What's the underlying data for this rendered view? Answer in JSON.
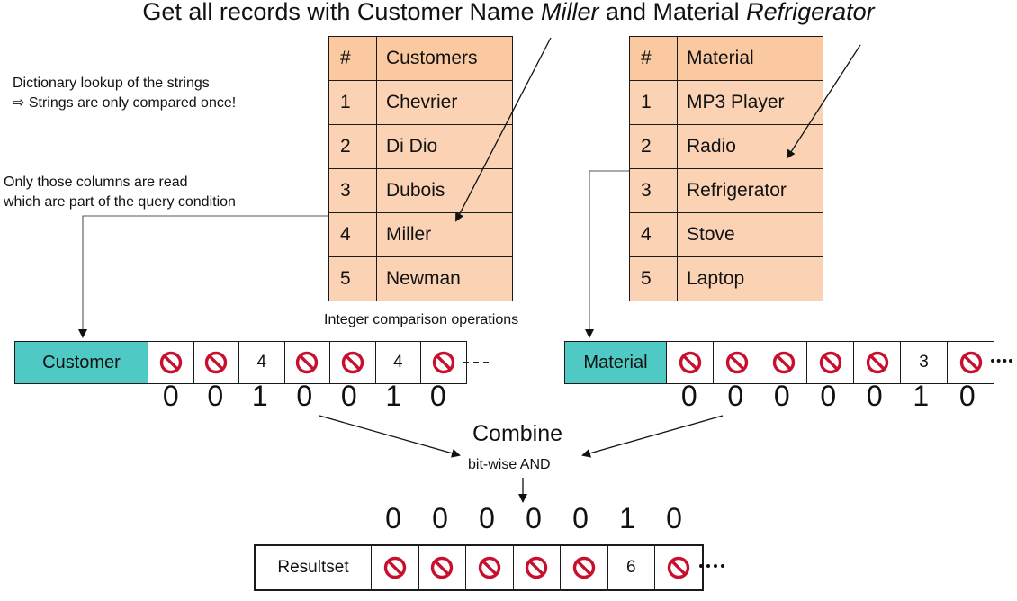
{
  "title": {
    "prefix": "Get all records with Customer Name ",
    "name_value": "Miller",
    "middle": " and Material ",
    "material_value": "Refrigerator"
  },
  "notes": {
    "dictionary_line1": "Dictionary lookup of the strings",
    "dictionary_line2": "⇨ Strings are only compared once!",
    "columns_line1": "Only those columns are read",
    "columns_line2": "which are part of the query condition",
    "integer_ops": "Integer comparison operations",
    "combine": "Combine",
    "bitwise": "bit-wise AND"
  },
  "customers_table": {
    "header_num": "#",
    "header_name": "Customers",
    "rows": [
      {
        "num": "1",
        "name": "Chevrier"
      },
      {
        "num": "2",
        "name": "Di Dio"
      },
      {
        "num": "3",
        "name": "Dubois"
      },
      {
        "num": "4",
        "name": "Miller"
      },
      {
        "num": "5",
        "name": "Newman"
      }
    ]
  },
  "material_table": {
    "header_num": "#",
    "header_name": "Material",
    "rows": [
      {
        "num": "1",
        "name": "MP3 Player"
      },
      {
        "num": "2",
        "name": "Radio"
      },
      {
        "num": "3",
        "name": "Refrigerator"
      },
      {
        "num": "4",
        "name": "Stove"
      },
      {
        "num": "5",
        "name": "Laptop"
      }
    ]
  },
  "customer_column": {
    "label": "Customer",
    "cells": [
      "no",
      "no",
      "4",
      "no",
      "no",
      "4",
      "no"
    ],
    "bits": [
      "0",
      "0",
      "1",
      "0",
      "0",
      "1",
      "0"
    ]
  },
  "material_column": {
    "label": "Material",
    "cells": [
      "no",
      "no",
      "no",
      "no",
      "no",
      "3",
      "no"
    ],
    "bits": [
      "0",
      "0",
      "0",
      "0",
      "0",
      "1",
      "0"
    ]
  },
  "result": {
    "label": "Resultset",
    "cells": [
      "no",
      "no",
      "no",
      "no",
      "no",
      "6",
      "no"
    ],
    "bits": [
      "0",
      "0",
      "0",
      "0",
      "0",
      "1",
      "0"
    ]
  },
  "colors": {
    "dict_fill": "#fbd3b4",
    "dict_header": "#fbc99f",
    "column_header": "#4ec9c3",
    "prohibited": "#c8102e"
  },
  "icons": {
    "filtered_out": "prohibited-sign-icon"
  }
}
